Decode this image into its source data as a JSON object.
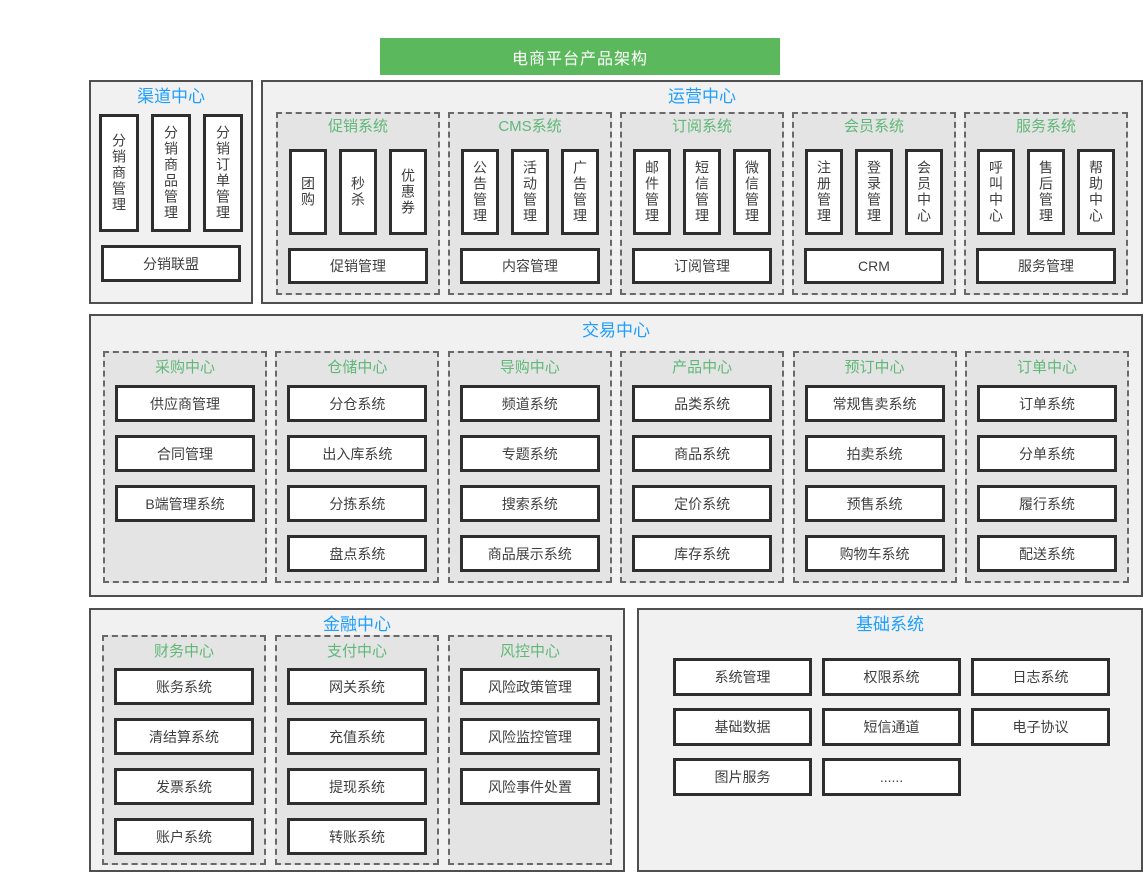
{
  "title": "电商平台产品架构",
  "colors": {
    "banner_green": "#5cb85c",
    "section_title_blue": "#1e9fff",
    "group_title_green": "#5fb878",
    "panel_background": "#f1f1f1",
    "group_background": "#e4e4e4",
    "box_border": "#2e2e2e"
  },
  "sections": {
    "channel": {
      "title": "渠道中心",
      "vertical_items": [
        "分销商管理",
        "分销商品管理",
        "分销订单管理"
      ],
      "bottom_item": "分销联盟"
    },
    "operation": {
      "title": "运营中心",
      "groups": [
        {
          "title": "促销系统",
          "vertical_items": [
            "团购",
            "秒杀",
            "优惠券"
          ],
          "bottom_item": "促销管理"
        },
        {
          "title": "CMS系统",
          "vertical_items": [
            "公告管理",
            "活动管理",
            "广告管理"
          ],
          "bottom_item": "内容管理"
        },
        {
          "title": "订阅系统",
          "vertical_items": [
            "邮件管理",
            "短信管理",
            "微信管理"
          ],
          "bottom_item": "订阅管理"
        },
        {
          "title": "会员系统",
          "vertical_items": [
            "注册管理",
            "登录管理",
            "会员中心"
          ],
          "bottom_item": "CRM"
        },
        {
          "title": "服务系统",
          "vertical_items": [
            "呼叫中心",
            "售后管理",
            "帮助中心"
          ],
          "bottom_item": "服务管理"
        }
      ]
    },
    "trade": {
      "title": "交易中心",
      "groups": [
        {
          "title": "采购中心",
          "items": [
            "供应商管理",
            "合同管理",
            "B端管理系统"
          ]
        },
        {
          "title": "仓储中心",
          "items": [
            "分仓系统",
            "出入库系统",
            "分拣系统",
            "盘点系统"
          ]
        },
        {
          "title": "导购中心",
          "items": [
            "频道系统",
            "专题系统",
            "搜索系统",
            "商品展示系统"
          ]
        },
        {
          "title": "产品中心",
          "items": [
            "品类系统",
            "商品系统",
            "定价系统",
            "库存系统"
          ]
        },
        {
          "title": "预订中心",
          "items": [
            "常规售卖系统",
            "拍卖系统",
            "预售系统",
            "购物车系统"
          ]
        },
        {
          "title": "订单中心",
          "items": [
            "订单系统",
            "分单系统",
            "履行系统",
            "配送系统"
          ]
        }
      ]
    },
    "finance": {
      "title": "金融中心",
      "groups": [
        {
          "title": "财务中心",
          "items": [
            "账务系统",
            "清结算系统",
            "发票系统",
            "账户系统"
          ]
        },
        {
          "title": "支付中心",
          "items": [
            "网关系统",
            "充值系统",
            "提现系统",
            "转账系统"
          ]
        },
        {
          "title": "风控中心",
          "items": [
            "风险政策管理",
            "风险监控管理",
            "风险事件处置"
          ]
        }
      ]
    },
    "base": {
      "title": "基础系统",
      "items": [
        "系统管理",
        "权限系统",
        "日志系统",
        "基础数据",
        "短信通道",
        "电子协议",
        "图片服务",
        "......"
      ]
    }
  }
}
